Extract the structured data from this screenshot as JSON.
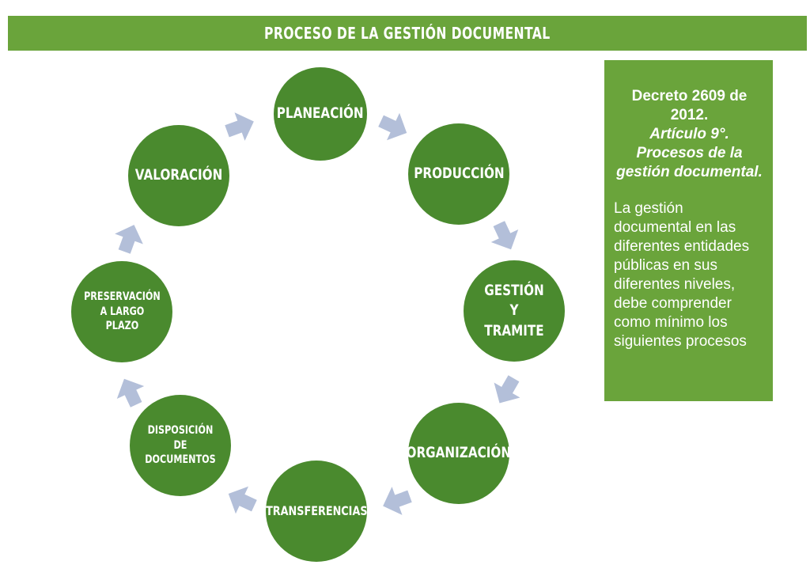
{
  "title": "PROCESO DE LA GESTIÓN DOCUMENTAL",
  "colors": {
    "banner": "#6aa43b",
    "node_fill": "#4a8a2e",
    "arrow_fill": "#b3bfd9",
    "text": "#ffffff"
  },
  "nodes": [
    {
      "label": "PLANEACIÓN"
    },
    {
      "label": "PRODUCCIÓN"
    },
    {
      "label": "GESTIÓN Y\nTRAMITE"
    },
    {
      "label": "ORGANIZACIÓN"
    },
    {
      "label": "TRANSFERENCIAS"
    },
    {
      "label": "DISPOSICIÓN\nDE DOCUMENTOS"
    },
    {
      "label": "PRESERVACIÓN\nA LARGO\nPLAZO"
    },
    {
      "label": "VALORACIÓN"
    }
  ],
  "arrow_icon": "chevron-arrow-icon",
  "info": {
    "decree": "Decreto 2609 de 2012.",
    "article": "Artículo 9°. Procesos de la gestión documental.",
    "body": "La gestión documental en las diferentes entidades públicas en sus diferentes niveles, debe comprender como mínimo los siguientes procesos"
  }
}
